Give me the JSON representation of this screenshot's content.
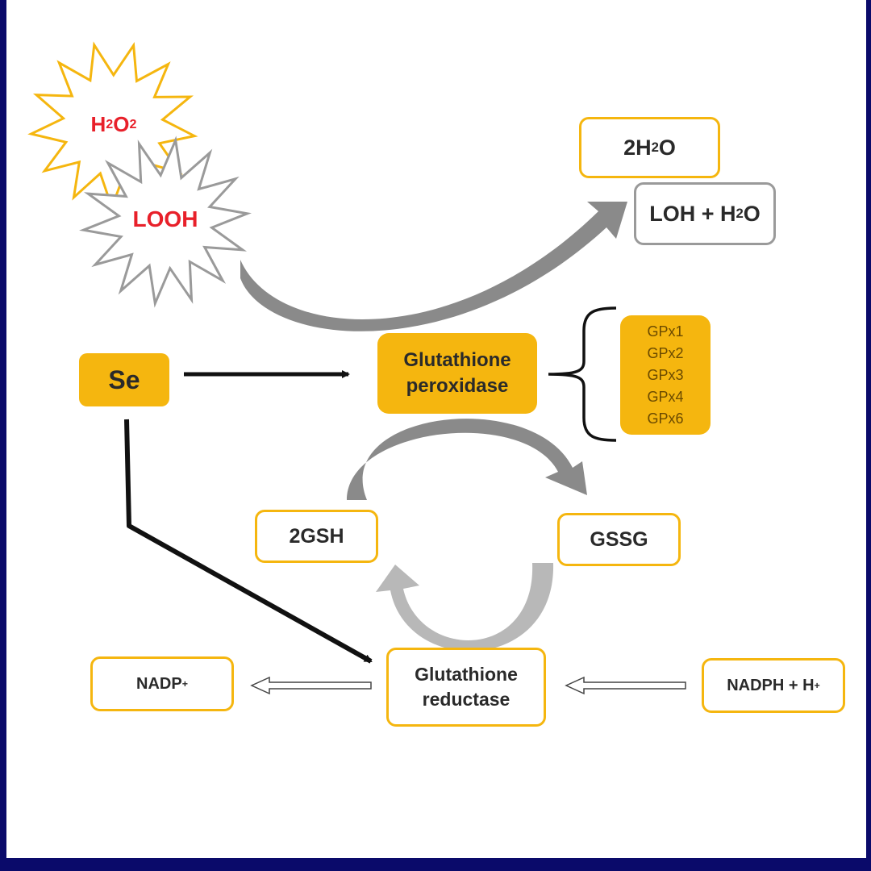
{
  "colors": {
    "frame": "#0a0a6a",
    "accent_yellow": "#f5b60f",
    "oxidant_red": "#e8202a",
    "arrow_gray": "#8a8a8a",
    "arrow_light_gray": "#b8b8b8",
    "box_gray_border": "#9a9a9a"
  },
  "oxidants": {
    "h2o2": {
      "base": "H",
      "sub1": "2",
      "mid": "O",
      "sub2": "2",
      "icon": "starburst-yellow"
    },
    "looh": {
      "label": "LOOH",
      "icon": "starburst-gray"
    }
  },
  "products": {
    "water": {
      "prefix": "2H",
      "sub": "2",
      "suffix": "O"
    },
    "loh": {
      "prefix": "LOH + H",
      "sub": "2",
      "suffix": "O"
    }
  },
  "selenium": {
    "label": "Se"
  },
  "gpx": {
    "label_line1": "Glutathione",
    "label_line2": "peroxidase",
    "isoforms": [
      "GPx1",
      "GPx2",
      "GPx3",
      "GPx4",
      "GPx6"
    ]
  },
  "gsh": {
    "label": "2GSH"
  },
  "gssg": {
    "label": "GSSG"
  },
  "gr": {
    "label_line1": "Glutathione",
    "label_line2": "reductase"
  },
  "nadp": {
    "base": "NADP",
    "sup": "+"
  },
  "nadph": {
    "base": "NADPH + H",
    "sup": "+"
  }
}
